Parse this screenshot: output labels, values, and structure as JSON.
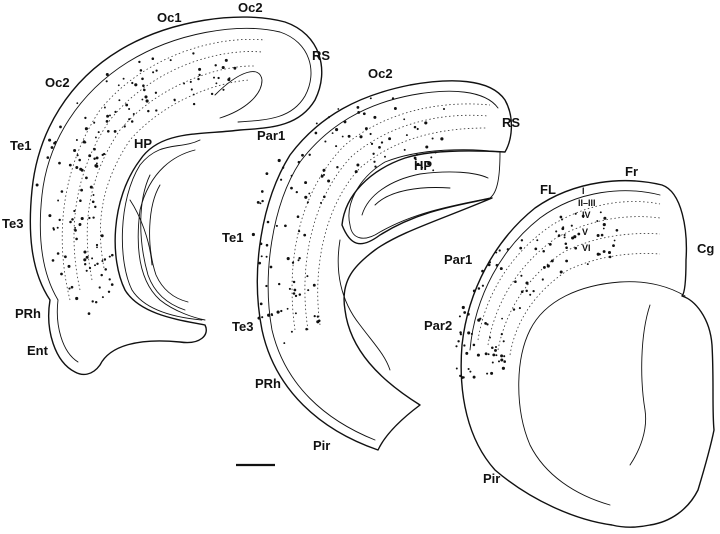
{
  "sections": [
    {
      "name": "left",
      "labels": {
        "oc1": "Oc1",
        "oc2_top": "Oc2",
        "rs": "RS",
        "oc2_side": "Oc2",
        "te1": "Te1",
        "hp": "HP",
        "te3": "Te3",
        "prh": "PRh",
        "ent": "Ent"
      }
    },
    {
      "name": "middle",
      "labels": {
        "oc2": "Oc2",
        "rs": "RS",
        "par1": "Par1",
        "hp": "HP",
        "te1": "Te1",
        "te3": "Te3",
        "prh": "PRh",
        "pir": "Pir"
      }
    },
    {
      "name": "right",
      "labels": {
        "fl": "FL",
        "fr": "Fr",
        "cg": "Cg",
        "par1": "Par1",
        "par2": "Par2",
        "pir": "Pir"
      },
      "layers": [
        "I",
        "II–III",
        "IV",
        "V",
        "VI"
      ]
    }
  ],
  "scale_bar": {
    "present": true
  }
}
